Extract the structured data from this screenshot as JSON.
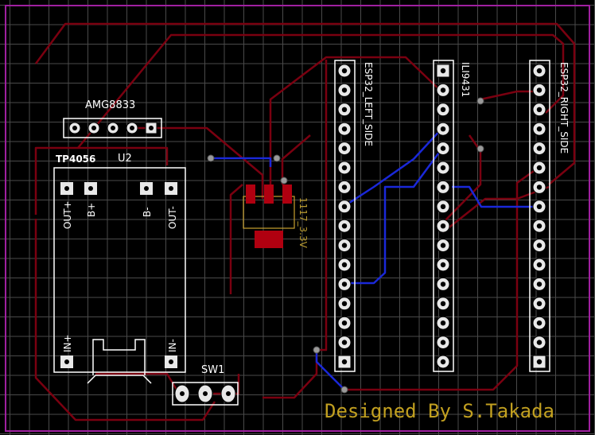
{
  "labels": {
    "amg": "AMG8833",
    "tp4056": "TP4056",
    "u2": "U2",
    "out_plus": "OUT+",
    "b_plus": "B+",
    "b_minus": "B-",
    "out_minus": "OUT-",
    "in_plus": "IN+",
    "in_minus": "IN-",
    "sw1": "SW1",
    "regulator": "1117_3.3V",
    "esp_left": "ESP32_LEFT_SIDE",
    "ili": "ILI9431",
    "esp_right": "ESP32_RIGHT_SIDE",
    "credit": "Designed By S.Takada"
  },
  "colors": {
    "background": "#000000",
    "grid": "#4a4a4a",
    "bottom_trace": "#7a0010",
    "top_trace": "#1a28d8",
    "pad": "#e8e8e8",
    "silkscreen": "#ffffff",
    "board_outline": "#a020a0",
    "regulator_pad": "#b00010",
    "credit_text": "#c2a020"
  }
}
